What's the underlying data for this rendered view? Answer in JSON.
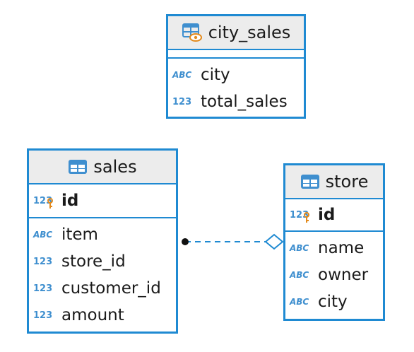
{
  "colors": {
    "border": "#1f8ad2",
    "header_bg": "#ececec",
    "type_badge": "#3f8fcf",
    "key_icon": "#e38a1c"
  },
  "entities": {
    "city_sales": {
      "name": "city_sales",
      "icon": "view-icon",
      "attributes": [
        {
          "type": "ABC",
          "name": "city"
        },
        {
          "type": "123",
          "name": "total_sales"
        }
      ]
    },
    "sales": {
      "name": "sales",
      "icon": "table-icon",
      "primary_key": {
        "type": "123",
        "name": "id"
      },
      "attributes": [
        {
          "type": "ABC",
          "name": "item"
        },
        {
          "type": "123",
          "name": "store_id"
        },
        {
          "type": "123",
          "name": "customer_id"
        },
        {
          "type": "123",
          "name": "amount"
        }
      ]
    },
    "store": {
      "name": "store",
      "icon": "table-icon",
      "primary_key": {
        "type": "123",
        "name": "id"
      },
      "attributes": [
        {
          "type": "ABC",
          "name": "name"
        },
        {
          "type": "ABC",
          "name": "owner"
        },
        {
          "type": "ABC",
          "name": "city"
        }
      ]
    }
  },
  "relationship": {
    "from": "sales",
    "to": "store",
    "style": "dashed",
    "from_end": "filled-circle",
    "to_end": "hollow-diamond"
  }
}
